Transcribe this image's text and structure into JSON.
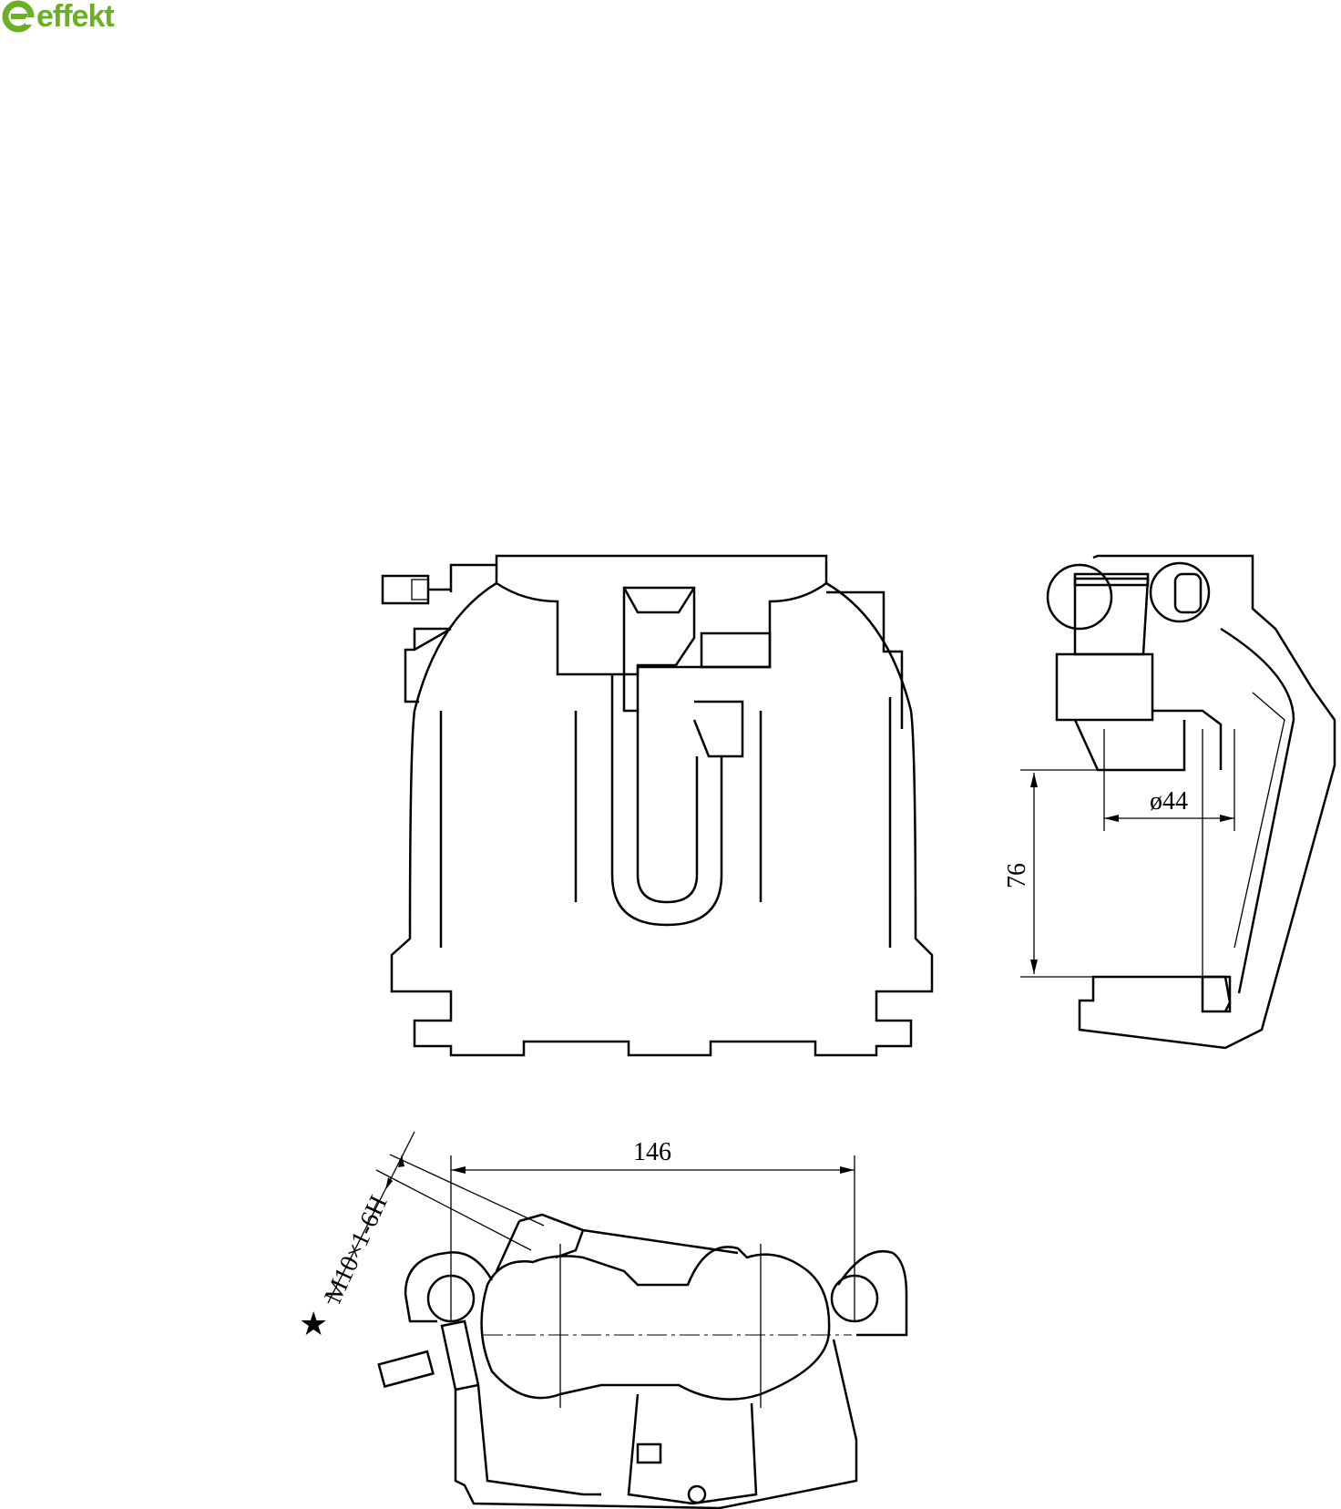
{
  "logo": {
    "text": "effekt",
    "color": "#6ab023"
  },
  "dimensions": {
    "width": "146",
    "height": "76",
    "piston_diameter": "ø44",
    "thread": "M10×1-6H",
    "thread_marker": "★"
  }
}
